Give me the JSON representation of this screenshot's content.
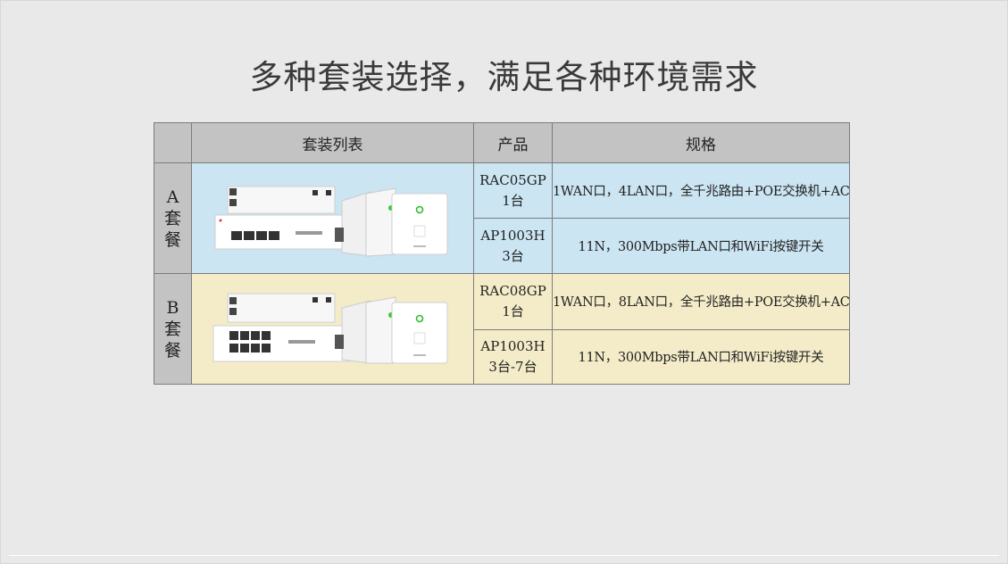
{
  "title": "多种套装选择，满足各种环境需求",
  "table": {
    "headers": {
      "blank": "",
      "list": "套装列表",
      "product": "产品",
      "spec": "规格"
    },
    "sets": [
      {
        "label": [
          "A",
          "套",
          "餐"
        ],
        "items": [
          {
            "product": [
              "RAC05GP",
              "1台"
            ],
            "spec": "1WAN口，4LAN口，全千兆路由+POE交换机+AC"
          },
          {
            "product": [
              "AP1003H",
              "3台"
            ],
            "spec": "11N，300Mbps带LAN口和WiFi按键开关"
          }
        ]
      },
      {
        "label": [
          "B",
          "套",
          "餐"
        ],
        "items": [
          {
            "product": [
              "RAC08GP",
              "1台"
            ],
            "spec": "1WAN口，8LAN口，全千兆路由+POE交换机+AC"
          },
          {
            "product": [
              "AP1003H",
              "3台-7台"
            ],
            "spec": "11N，300Mbps带LAN口和WiFi按键开关"
          }
        ]
      }
    ]
  },
  "colors": {
    "setA": "#cbe5f2",
    "setB": "#f4ecc8",
    "header": "#c3c3c3"
  },
  "icons": {
    "router": "router-device-image",
    "ap": "wall-ap-panel-image"
  }
}
